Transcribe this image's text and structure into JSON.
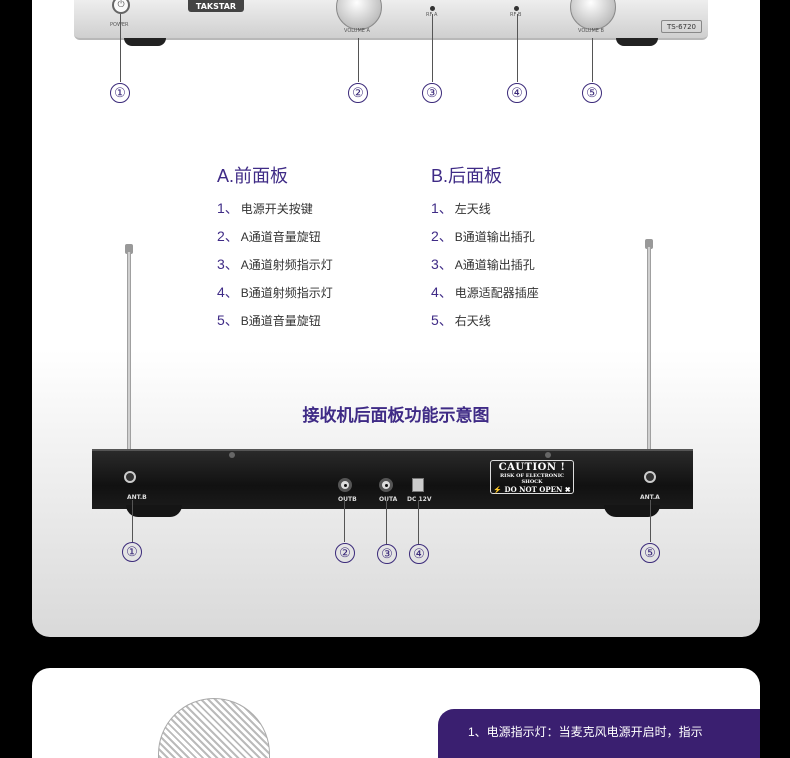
{
  "front_panel": {
    "power_label": "POWER",
    "brand": "TAKSTAR",
    "volume_a_label": "VOLUME A",
    "rf_a_label": "RF A",
    "rf_b_label": "RF B",
    "volume_b_label": "VOLUME B",
    "model": "TS-6720",
    "callouts": [
      "①",
      "②",
      "③",
      "④",
      "⑤"
    ]
  },
  "section_a": {
    "title": "A.前面板",
    "items": [
      {
        "num": "1、",
        "text": "电源开关按键"
      },
      {
        "num": "2、",
        "text": "A通道音量旋钮"
      },
      {
        "num": "3、",
        "text": "A通道射频指示灯"
      },
      {
        "num": "4、",
        "text": "B通道射频指示灯"
      },
      {
        "num": "5、",
        "text": "B通道音量旋钮"
      }
    ]
  },
  "section_b": {
    "title": "B.后面板",
    "items": [
      {
        "num": "1、",
        "text": "左天线"
      },
      {
        "num": "2、",
        "text": "B通道输出插孔"
      },
      {
        "num": "3、",
        "text": "A通道输出插孔"
      },
      {
        "num": "4、",
        "text": "电源适配器插座"
      },
      {
        "num": "5、",
        "text": "右天线"
      }
    ]
  },
  "rear_panel": {
    "title": "接收机后面板功能示意图",
    "ant_b": "ANT.B",
    "ant_a": "ANT.A",
    "out_b": "OUTB",
    "out_a": "OUTA",
    "dc": "DC 12V",
    "caution_title": "CAUTION !",
    "caution_sub": "RISK OF ELECTRONIC SHOCK",
    "caution_do_not": "DO NOT OPEN",
    "callouts": [
      "①",
      "②",
      "③",
      "④",
      "⑤"
    ]
  },
  "lower_panel": {
    "info_text": "1、电源指示灯：当麦克风电源开启时，指示"
  }
}
